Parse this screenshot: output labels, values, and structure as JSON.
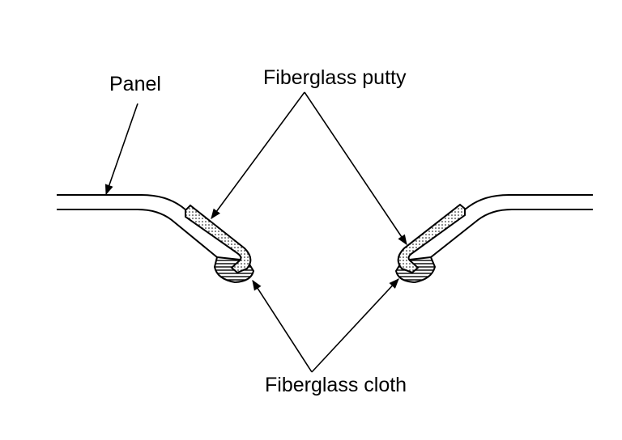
{
  "diagram": {
    "labels": {
      "panel": "Panel",
      "putty": "Fiberglass putty",
      "cloth": "Fiberglass cloth"
    },
    "colors": {
      "stroke": "#000000",
      "background": "#ffffff"
    }
  }
}
